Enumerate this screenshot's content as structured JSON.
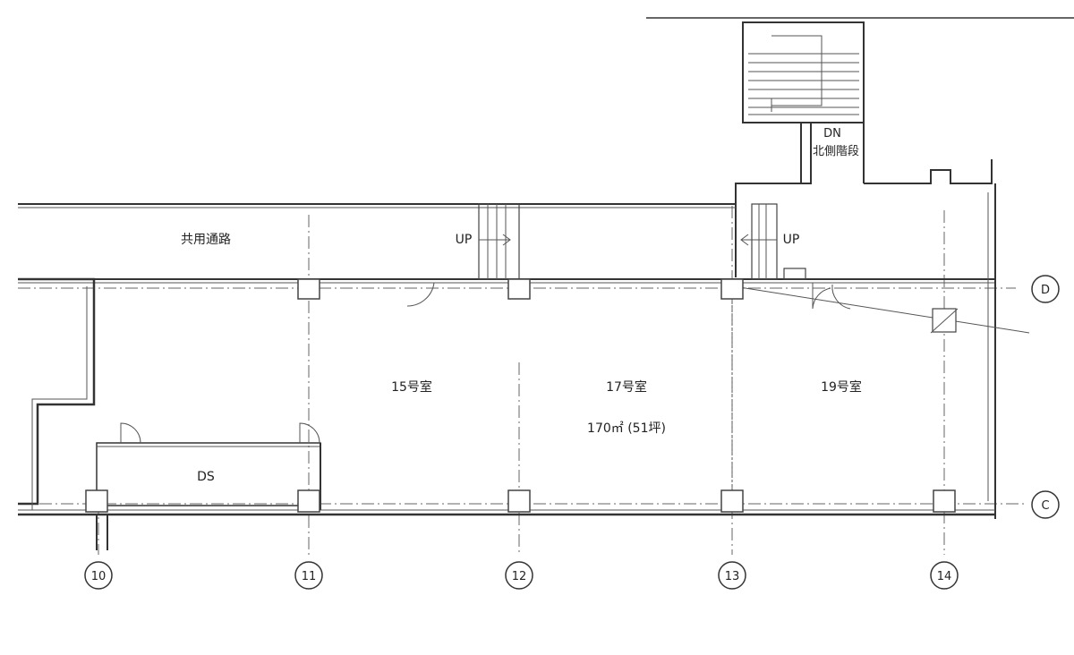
{
  "rooms": {
    "corridor": "共用通路",
    "room15": "15号室",
    "room17": "17号室",
    "room19": "19号室",
    "area": "170㎡ (51坪)",
    "ds": "DS"
  },
  "stairs": {
    "dn_label": "DN",
    "name": "北側階段",
    "up_left": "UP",
    "up_right": "UP"
  },
  "grid_axes": {
    "columns": [
      "10",
      "11",
      "12",
      "13",
      "14"
    ],
    "rows": [
      "D",
      "C"
    ]
  }
}
